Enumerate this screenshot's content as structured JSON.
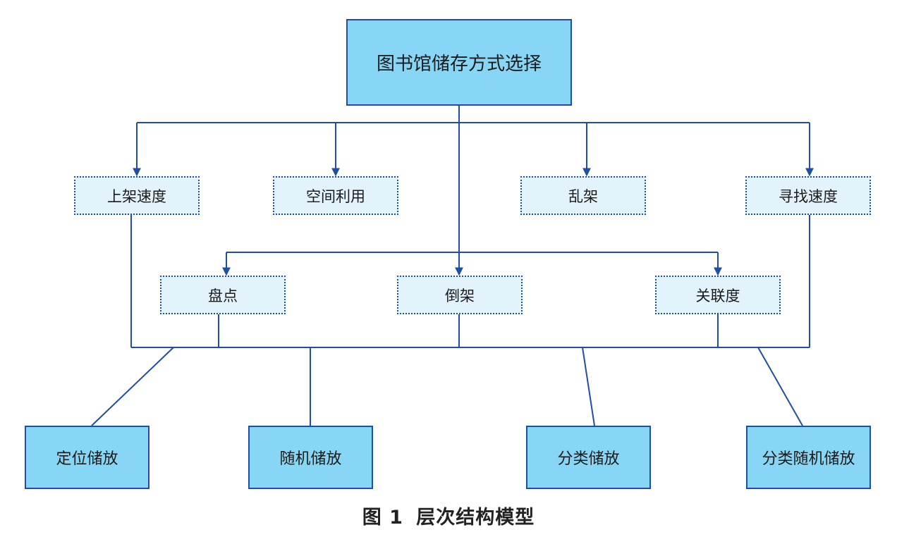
{
  "goal": "图书馆储存方式选择",
  "criteria_upper": [
    "上架速度",
    "空间利用",
    "乱架",
    "寻找速度"
  ],
  "criteria_lower": [
    "盘点",
    "倒架",
    "关联度"
  ],
  "options": [
    "定位储放",
    "随机储放",
    "分类储放",
    "分类随机储放"
  ],
  "caption": {
    "number": "图 1",
    "title": "层次结构模型"
  },
  "colors": {
    "line": "#1f4fa5",
    "box_fill": "#87d6f5",
    "criterion_fill": "#e3f3fb"
  }
}
